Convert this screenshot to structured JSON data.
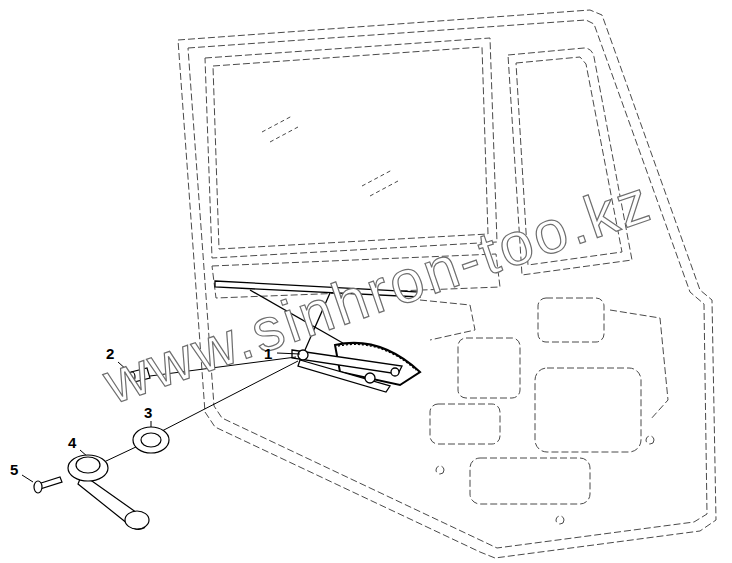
{
  "diagram": {
    "labels": [
      "1",
      "2",
      "3",
      "4",
      "5",
      "www.sinhron-too.kz"
    ]
  }
}
